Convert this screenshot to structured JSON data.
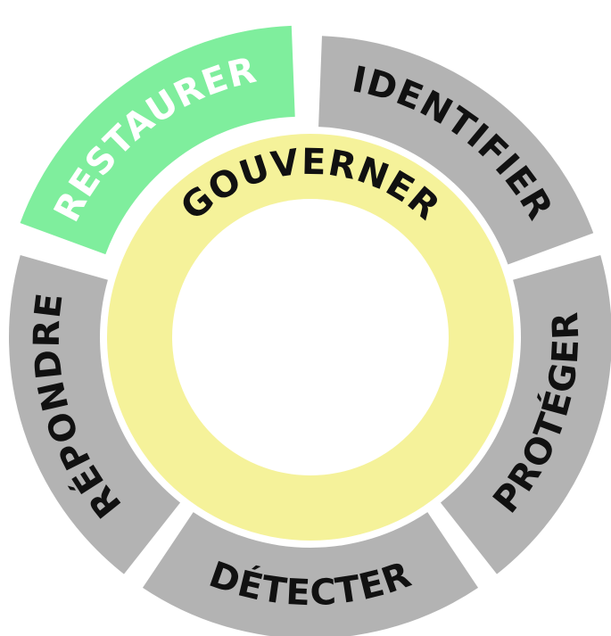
{
  "center": {
    "label": "GOUVERNER",
    "color": "#f5f29a"
  },
  "segments": [
    {
      "label": "IDENTIFIER",
      "color": "#b3b3b3",
      "text_color": "#111111",
      "highlighted": false
    },
    {
      "label": "PROTÉGER",
      "color": "#b3b3b3",
      "text_color": "#111111",
      "highlighted": false
    },
    {
      "label": "DÉTECTER",
      "color": "#b3b3b3",
      "text_color": "#111111",
      "highlighted": false
    },
    {
      "label": "RÉPONDRE",
      "color": "#b3b3b3",
      "text_color": "#111111",
      "highlighted": false
    },
    {
      "label": "RESTAURER",
      "color": "#7fee9d",
      "text_color": "#ffffff",
      "highlighted": true
    }
  ]
}
